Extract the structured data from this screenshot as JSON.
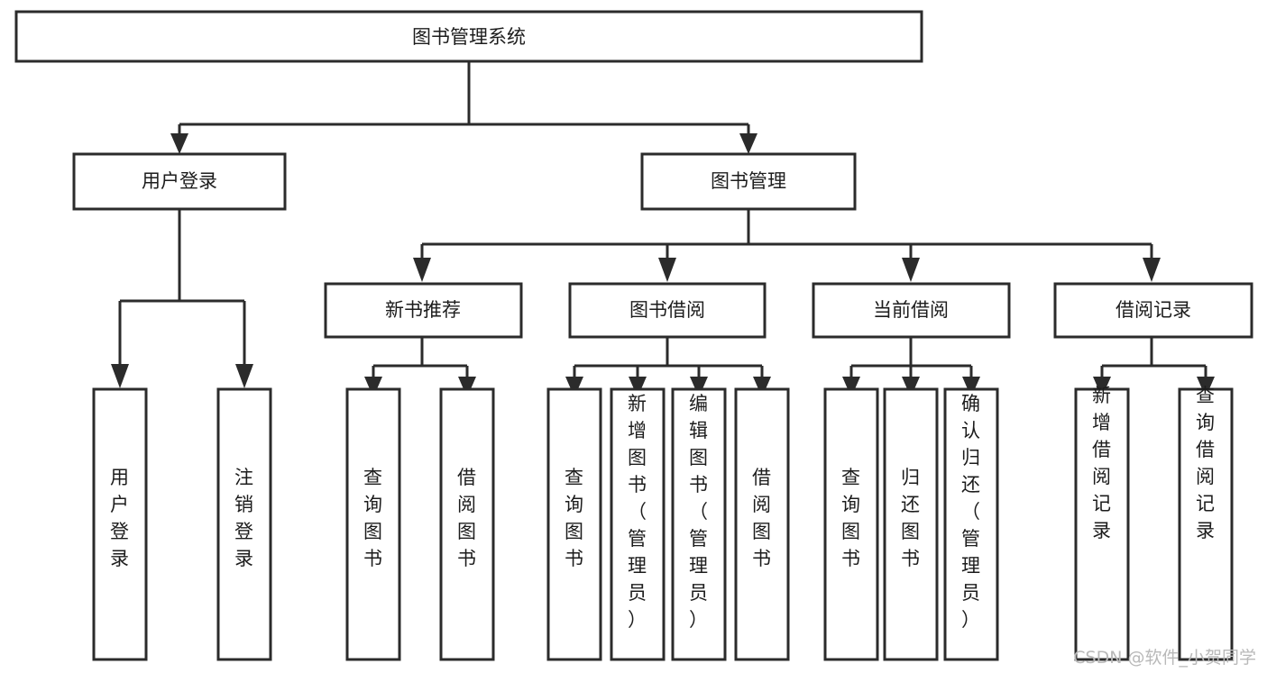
{
  "diagram": {
    "title": "图书管理系统",
    "type": "tree-hierarchy",
    "root": {
      "label": "图书管理系统",
      "orientation": "horizontal"
    },
    "level2": [
      {
        "label": "用户登录",
        "orientation": "horizontal"
      },
      {
        "label": "图书管理",
        "orientation": "horizontal"
      }
    ],
    "level3": [
      {
        "label": "新书推荐",
        "orientation": "horizontal"
      },
      {
        "label": "图书借阅",
        "orientation": "horizontal"
      },
      {
        "label": "当前借阅",
        "orientation": "horizontal"
      },
      {
        "label": "借阅记录",
        "orientation": "horizontal"
      }
    ],
    "leaves": {
      "user_login": [
        {
          "label": "用户登录",
          "orientation": "vertical"
        },
        {
          "label": "注销登录",
          "orientation": "vertical"
        }
      ],
      "new_book_recommend": [
        {
          "label": "查询图书",
          "orientation": "vertical"
        },
        {
          "label": "借阅图书",
          "orientation": "vertical"
        }
      ],
      "book_borrow": [
        {
          "label": "查询图书",
          "orientation": "vertical"
        },
        {
          "label": "新增图书（管理员）",
          "orientation": "vertical"
        },
        {
          "label": "编辑图书（管理员）",
          "orientation": "vertical"
        },
        {
          "label": "借阅图书",
          "orientation": "vertical"
        }
      ],
      "current_borrow": [
        {
          "label": "查询图书",
          "orientation": "vertical"
        },
        {
          "label": "归还图书",
          "orientation": "vertical"
        },
        {
          "label": "确认归还（管理员）",
          "orientation": "vertical"
        }
      ],
      "borrow_record": [
        {
          "label": "新增借阅记录",
          "orientation": "vertical"
        },
        {
          "label": "查询借阅记录",
          "orientation": "vertical"
        }
      ]
    }
  },
  "watermark": {
    "text": "CSDN @软件_小贺同学"
  },
  "colors": {
    "box_stroke": "#2b2b2b",
    "box_fill": "#ffffff",
    "text": "#1c1c1c",
    "connector": "#2b2b2b",
    "watermark": "#b9b9b9",
    "background": "#ffffff"
  }
}
